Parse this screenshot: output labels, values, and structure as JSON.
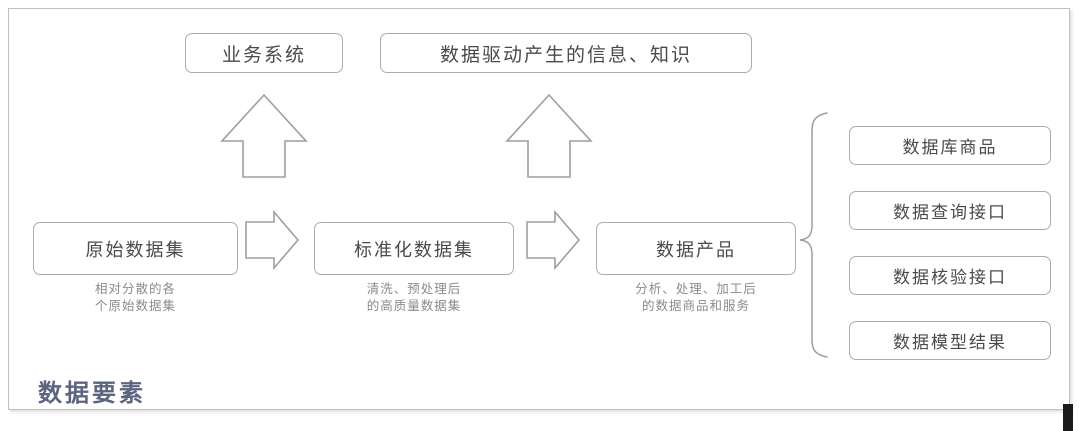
{
  "diagram": {
    "title": "数据要素",
    "title_color": "#5b6480",
    "frame_border_color": "#bdc0c6",
    "node_border_color": "#a9adb3",
    "node_text_color": "#4a4a4a",
    "caption_text_color": "#8b8b8b",
    "arrow_stroke_color": "#9b9ea3"
  },
  "top_row": {
    "business_system": {
      "label": "业务系统"
    },
    "data_insights": {
      "label": "数据驱动产生的信息、知识"
    }
  },
  "stages": [
    {
      "id": "raw-dataset",
      "label": "原始数据集",
      "caption": "相对分散的各\n个原始数据集"
    },
    {
      "id": "standard-dataset",
      "label": "标准化数据集",
      "caption": "清洗、预处理后\n的高质量数据集"
    },
    {
      "id": "data-product",
      "label": "数据产品",
      "caption": "分析、处理、加工后\n的数据商品和服务"
    }
  ],
  "product_types": [
    {
      "id": "db-commodity",
      "label": "数据库商品"
    },
    {
      "id": "query-api",
      "label": "数据查询接口"
    },
    {
      "id": "verify-api",
      "label": "数据核验接口"
    },
    {
      "id": "model-result",
      "label": "数据模型结果"
    }
  ],
  "connectors": {
    "up_arrow_1": "up-arrow-icon",
    "up_arrow_2": "up-arrow-icon",
    "right_arrow_1": "right-arrow-icon",
    "right_arrow_2": "right-arrow-icon",
    "brace": "curly-brace-icon"
  }
}
